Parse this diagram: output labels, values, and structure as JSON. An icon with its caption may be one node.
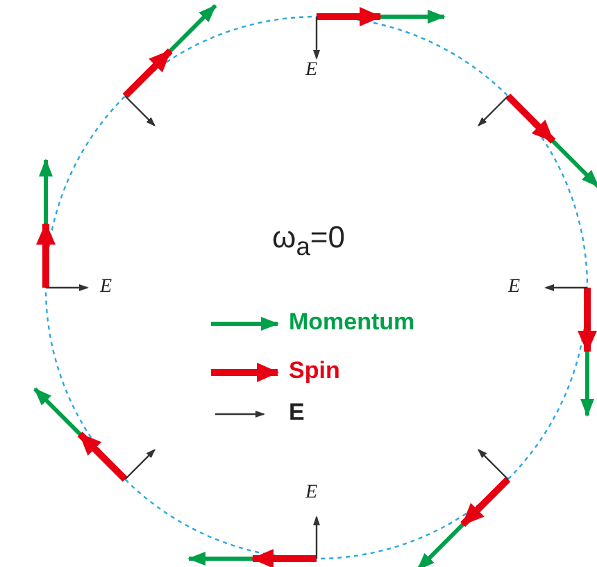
{
  "diagram": {
    "labels": [
      "E⃗",
      "E⃗",
      "ω$_{a}$=0",
      "E⃗",
      "E⃗"
    ],
    "legend": [
      {
        "text": "Momentum"
      },
      {
        "text": "Spin"
      },
      {
        "text": "E"
      }
    ]
  }
}
